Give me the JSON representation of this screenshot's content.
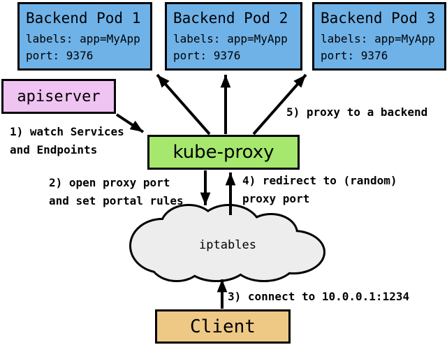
{
  "colors": {
    "pod_fill": "#6fb2e8",
    "apiserver_fill": "#efc3f2",
    "kubeproxy_fill": "#a6e76e",
    "client_fill": "#eec985",
    "cloud_fill": "#ededed",
    "line": "#000000"
  },
  "pods": [
    {
      "title": "Backend Pod 1",
      "labels_line": "labels: app=MyApp",
      "port_line": "port: 9376"
    },
    {
      "title": "Backend Pod 2",
      "labels_line": "labels: app=MyApp",
      "port_line": "port: 9376"
    },
    {
      "title": "Backend Pod 3",
      "labels_line": "labels: app=MyApp",
      "port_line": "port: 9376"
    }
  ],
  "nodes": {
    "apiserver": "apiserver",
    "kube_proxy": "kube-proxy",
    "iptables": "iptables",
    "client": "Client"
  },
  "steps": {
    "step1": "1) watch Services\nand Endpoints",
    "step2": "2) open proxy port\nand set portal rules",
    "step3": "3) connect to 10.0.0.1:1234",
    "step4": "4) redirect to (random)\nproxy port",
    "step5": "5) proxy to a backend"
  }
}
